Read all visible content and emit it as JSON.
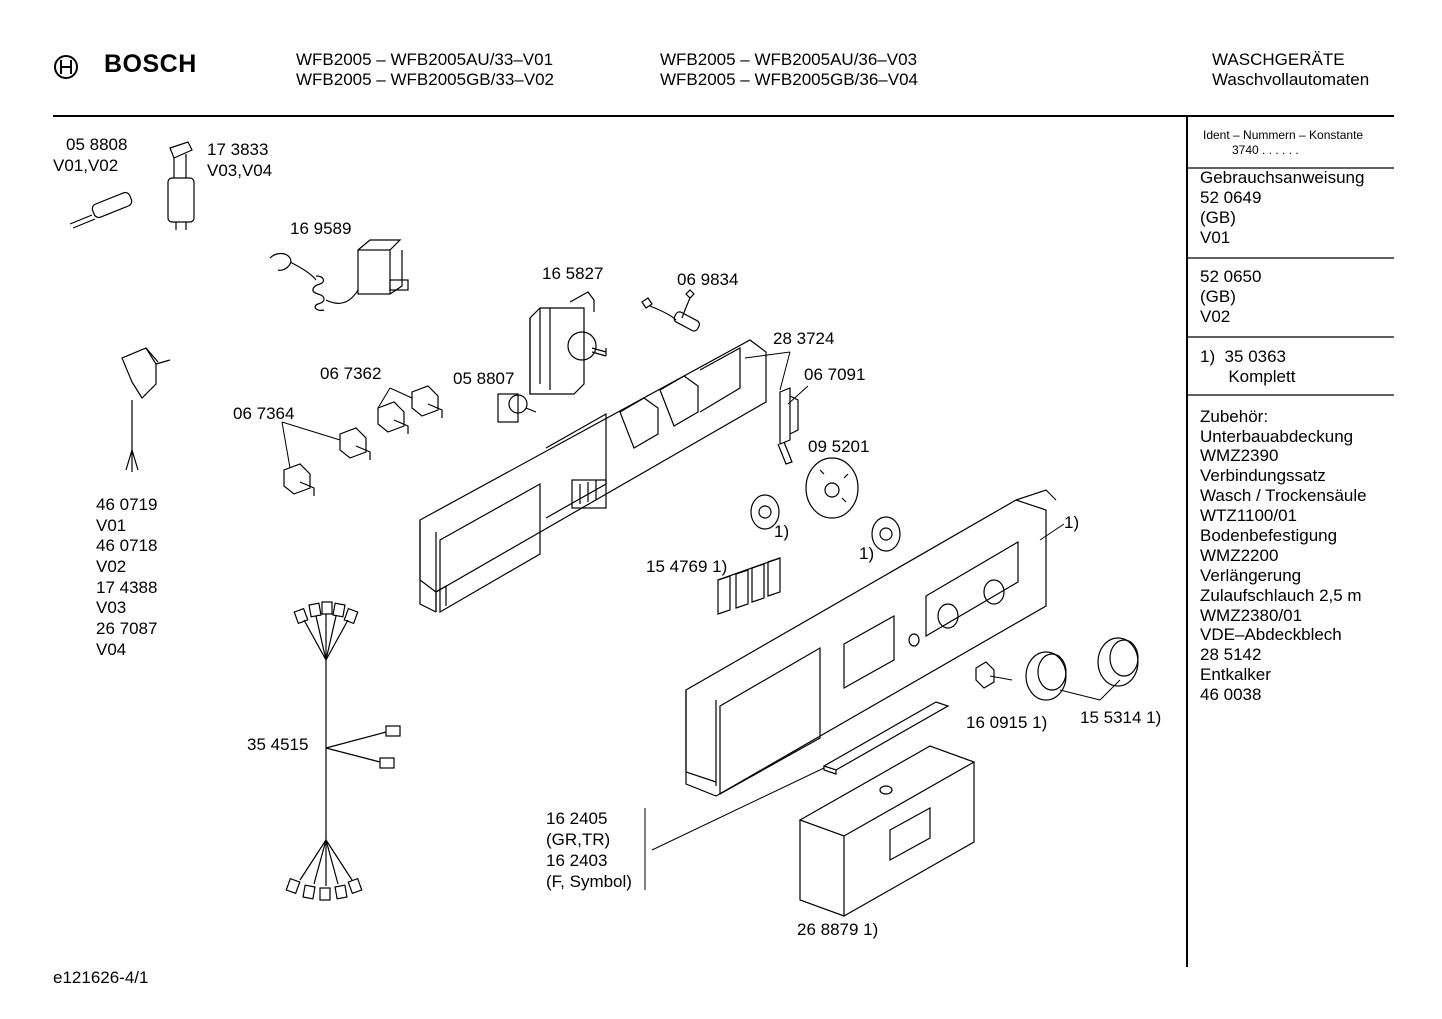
{
  "header": {
    "brand": "BOSCH",
    "models_col1": [
      "WFB2005 – WFB2005AU/33–V01",
      "WFB2005 – WFB2005GB/33–V02"
    ],
    "models_col2": [
      "WFB2005 – WFB2005AU/36–V03",
      "WFB2005 – WFB2005GB/36–V04"
    ],
    "category": [
      "WASCHGERÄTE",
      "Waschvollautomaten"
    ]
  },
  "parts": {
    "p058808": [
      "05 8808",
      "V01,V02"
    ],
    "p173833": [
      "17 3833",
      "V03,V04"
    ],
    "p169589": "16 9589",
    "p165827": "16 5827",
    "p069834": "06 9834",
    "p283724": "28 3724",
    "p067091": "06 7091",
    "p067362": "06 7362",
    "p058807": "05 8807",
    "p067364": "06 7364",
    "p095201": "09 5201",
    "fn1_a": "1)",
    "fn1_b": "1)",
    "fn1_panel": "1)",
    "p154769": "15 4769 1)",
    "p160915": "16 0915 1)",
    "p155314": "15 5314 1)",
    "p354515": "35 4515",
    "cable_list": [
      "46 0719",
      "V01",
      "46 0718",
      "V02",
      "17 4388",
      "V03",
      "26 7087",
      "V04"
    ],
    "p162405": [
      "16 2405",
      "(GR,TR)",
      "16 2403",
      "(F, Symbol)"
    ],
    "p268879": "26 8879 1)"
  },
  "sidebar": {
    "ident_title": "Ident – Nummern – Konstante",
    "ident_value": "3740  .  .   .  .  .  .",
    "lines": [
      "Gebrauchsanweisung",
      "52 0649",
      "(GB)",
      "V01",
      "",
      "52 0650",
      "(GB)",
      "V02",
      "",
      "1)  35 0363",
      "      Komplett",
      "",
      "Zubehör:",
      "Unterbauabdeckung",
      "WMZ2390",
      "Verbindungssatz",
      "Wasch / Trockensäule",
      "WTZ1100/01",
      "Bodenbefestigung",
      "WMZ2200",
      "Verlängerung",
      "Zulaufschlauch 2,5 m",
      "WMZ2380/01",
      "VDE–Abdeckblech",
      "28 5142",
      "Entkalker",
      "46 0038"
    ]
  },
  "footer": {
    "doc_id": "e121626-4/1"
  }
}
